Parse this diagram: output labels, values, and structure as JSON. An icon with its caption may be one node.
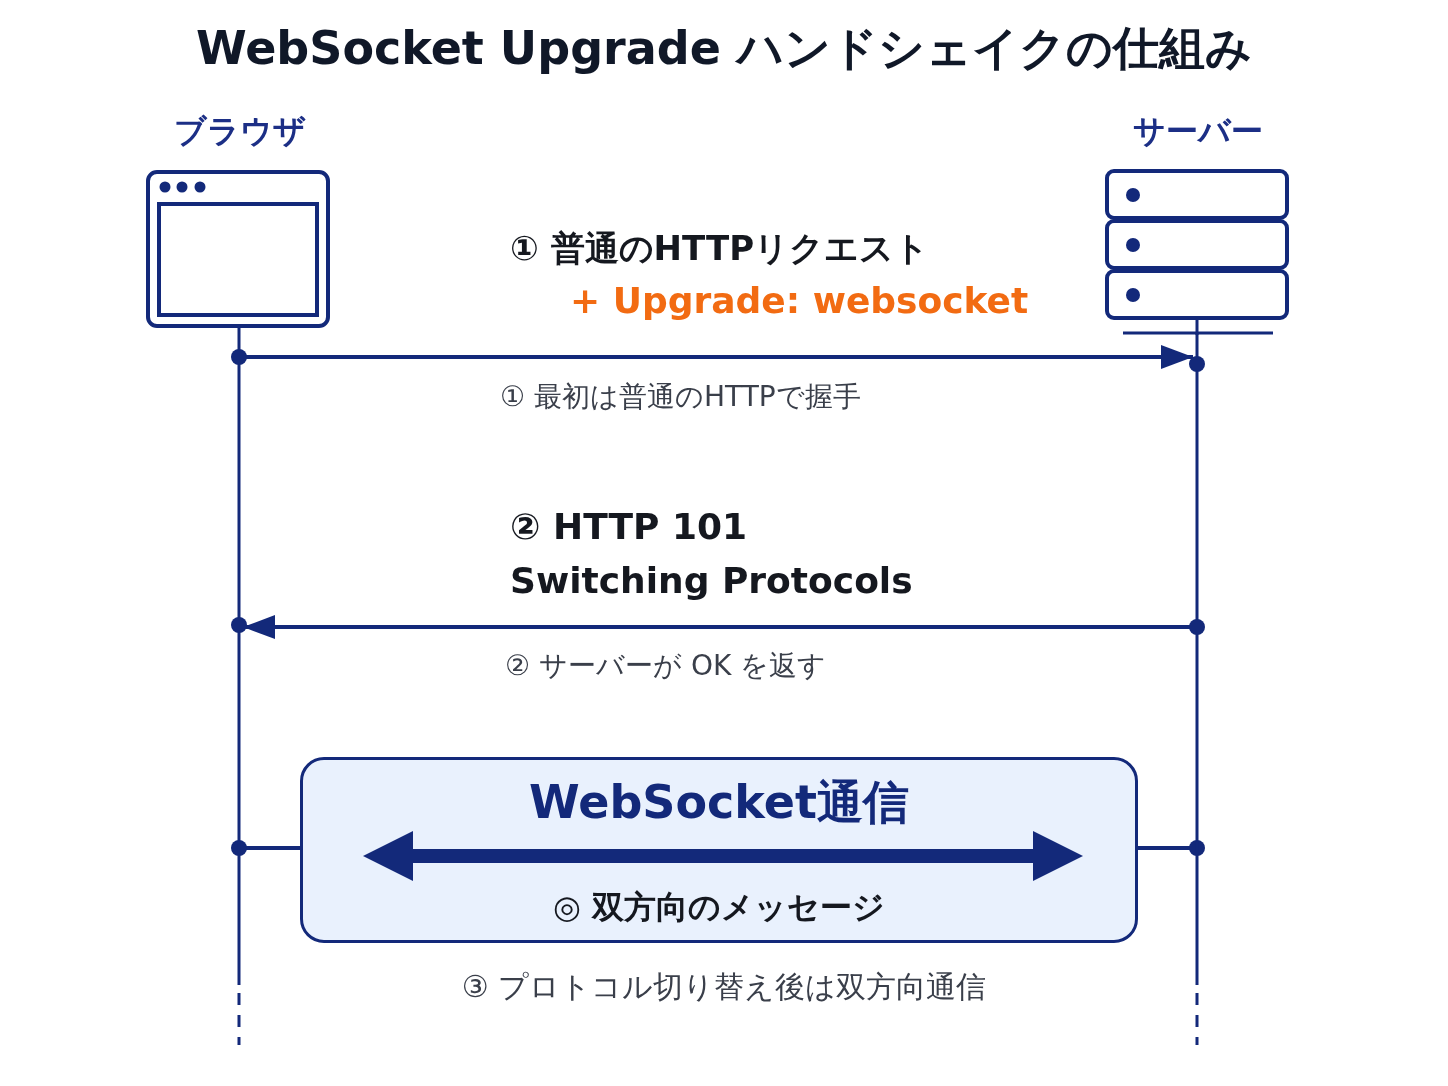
{
  "diagram": {
    "title": "WebSocket Upgrade ハンドシェイクの仕組み",
    "nodes": [
      {
        "text": [
          "ブラウザ"
        ]
      },
      {
        "text": [
          "サーバー"
        ]
      },
      {
        "text": [],
        "shape": "line"
      },
      {
        "text": [],
        "shape": "line"
      },
      {
        "text": [
          "WebSocket通信",
          "◎ 双方向のメッセージ"
        ]
      }
    ],
    "edges": [
      {
        "from": 2,
        "to": 3,
        "arrow": "to",
        "label": "① 普通のHTTPリクエスト"
      },
      {
        "from": 3,
        "to": 2,
        "arrow": "to",
        "label": "② HTTP 101 Switching Protocols"
      },
      {
        "from": 4,
        "to": 2,
        "arrow": "other"
      },
      {
        "from": 4,
        "to": 3,
        "arrow": "other"
      }
    ],
    "labels": [
      "+ Upgrade: websocket",
      "① 最初は普通のHTTPで握手",
      "② サーバーが OK を返す",
      "③ プロトコル切り替え後は双方向通信"
    ]
  }
}
